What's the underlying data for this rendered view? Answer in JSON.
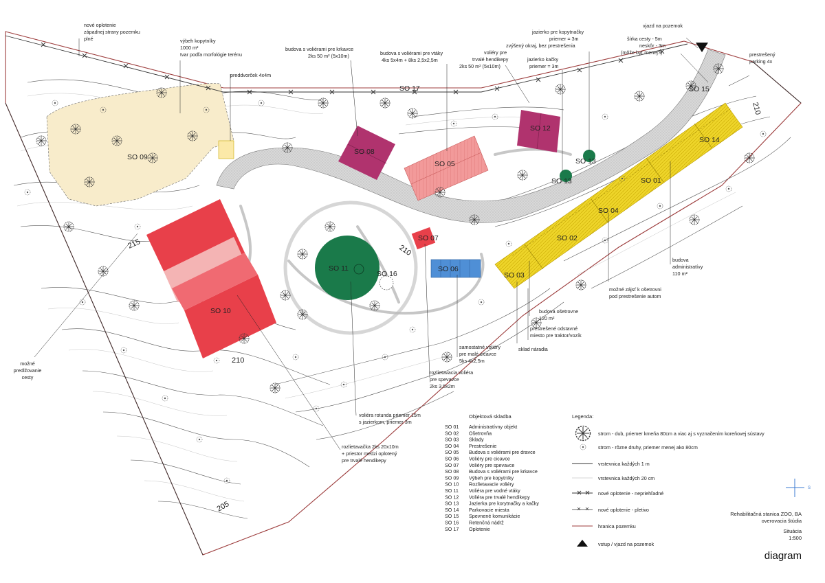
{
  "sheet": {
    "brand": "diagram",
    "project_line1": "Rehabilitačná stanica ZOO, BA",
    "project_line2": "overovacia štúdia",
    "drawing_name": "Situácia",
    "scale": "1:500",
    "north_symbol": "S"
  },
  "objects": {
    "so01": "SO 01",
    "so02": "SO 02",
    "so03": "SO 03",
    "so04": "SO 04",
    "so05": "SO 05",
    "so06": "SO 06",
    "so07": "SO 07",
    "so08": "SO 08",
    "so09": "SO 09",
    "so10": "SO 10",
    "so11": "SO 11",
    "so12": "SO 12",
    "so13a": "SO 13",
    "so13b": "SO 13",
    "so14": "SO 14",
    "so15": "SO 15",
    "so16": "SO 16",
    "so17": "SO 17"
  },
  "contours": {
    "c215": "215",
    "c210a": "210",
    "c210b": "210",
    "c210c": "210",
    "c205": "205"
  },
  "annotations": {
    "fence_west": [
      "nové oplotenie",
      "západnej strany pozemku",
      "plné"
    ],
    "paddock": [
      "výbeh kopytníky",
      "1000 m²",
      "tvar podľa morfológie terénu"
    ],
    "forecourt": [
      "preddvorček 4x4m"
    ],
    "crows": [
      "budova s voliérami pre krkavce",
      "2ks 50 m² (5x10m)"
    ],
    "birds_of_prey": [
      "budova s voliérami pre vtáky",
      "4ks 5x4m + 8ks 2,5x2,5m"
    ],
    "handicap": [
      "voliéry pre",
      "trvalé hendikepy",
      "2ks 50 m² (5x10m)"
    ],
    "duck_pond": [
      "jazierko kačky",
      "priemer = 3m"
    ],
    "hoof_pond": [
      "jazierko pre kopytnačky",
      "priemer = 3m",
      "zvýšený okraj, bez prestrešenia"
    ],
    "entry": [
      "vjazd na pozemok"
    ],
    "road_width": [
      "šírka cesty - 5m",
      "neskôr - 3m",
      "(môže byť menej?)"
    ],
    "parking": [
      "prestrešený",
      "parking 4x"
    ],
    "admin": [
      "budova",
      "administratívy",
      "110 m²"
    ],
    "drive_in": [
      "možné zájsť k ošetrovni",
      "pod prestrešenie autom"
    ],
    "clinic": [
      "budova ošetrovne",
      "120 m²"
    ],
    "tractor": [
      "prestrešené odstavné",
      "miesto pre traktor/vozík"
    ],
    "tools": [
      "sklad náradia"
    ],
    "owl_aviaries": [
      "samostatné voliéry",
      "pre malé cicavce",
      "5ks 4x2,5m"
    ],
    "flight_aviary": [
      "rozlietavacia voliéra",
      "pre spevavce",
      "2ks 3,5x2m"
    ],
    "rotunda": [
      "voliéra rotunda priemer 15m",
      "s jazierkom, priemer 3m"
    ],
    "flight_pens": [
      "rozlietavačka 2ks 20x10m",
      "+ priestor medzi oplotený",
      "pre trvalé hendikepy"
    ],
    "road_extension": [
      "možné",
      "predlžovanie",
      "cesty"
    ]
  },
  "composition": {
    "title": "Objektová skladba",
    "items": [
      {
        "code": "SO 01",
        "name": "Administratívny objekt"
      },
      {
        "code": "SO 02",
        "name": "Ošetrovňa"
      },
      {
        "code": "SO 03",
        "name": "Sklady"
      },
      {
        "code": "SO 04",
        "name": "Prestrešenie"
      },
      {
        "code": "SO 05",
        "name": "Budova s voliérami pre dravce"
      },
      {
        "code": "SO 06",
        "name": "Voliéry pre cicavce"
      },
      {
        "code": "SO 07",
        "name": "Voliéry pre spevavce"
      },
      {
        "code": "SO 08",
        "name": "Budova s voliérami pre krkavce"
      },
      {
        "code": "SO 09",
        "name": "Výbeh pre kopytníky"
      },
      {
        "code": "SO 10",
        "name": "Rozlietavacie voliéry"
      },
      {
        "code": "SO 11",
        "name": "Voliéra pre vodné vtáky"
      },
      {
        "code": "SO 12",
        "name": "Voliéra pre trvalé hendikepy"
      },
      {
        "code": "SO 13",
        "name": "Jazierka pre korytnačky a kačky"
      },
      {
        "code": "SO 14",
        "name": "Parkovacie miesta"
      },
      {
        "code": "SO 15",
        "name": "Spevnené komunikácie"
      },
      {
        "code": "SO 16",
        "name": "Retenčná nádrž"
      },
      {
        "code": "SO 17",
        "name": "Oplotenie"
      }
    ]
  },
  "legend": {
    "title": "Legenda:",
    "items": [
      {
        "label": "strom - dub, priemer kmeňa 80cm a viac aj s vyznačením koreňovej sústavy"
      },
      {
        "label": "strom - rôzne druhy, priemer menej ako 80cm"
      },
      {
        "label": "vrstevnica každých 1 m"
      },
      {
        "label": "vrstevnica každých 20 cm"
      },
      {
        "label": "nové oplotenie - nepriehľadné"
      },
      {
        "label": "nové oplotenie - pletivo"
      },
      {
        "label": "hranica pozemku"
      },
      {
        "label": "vstup / vjazd na pozemok"
      }
    ]
  },
  "colors": {
    "paddock": "#f8eccb",
    "crows": "#b0336e",
    "raptors": "#ef8a8a",
    "red_pens": "#e8404a",
    "mammals": "#4f8fd6",
    "waterbirds": "#1a7a4a",
    "admin": "#ecd21e",
    "boundary": "#9c3b3b",
    "road": "#d6d6d6"
  }
}
